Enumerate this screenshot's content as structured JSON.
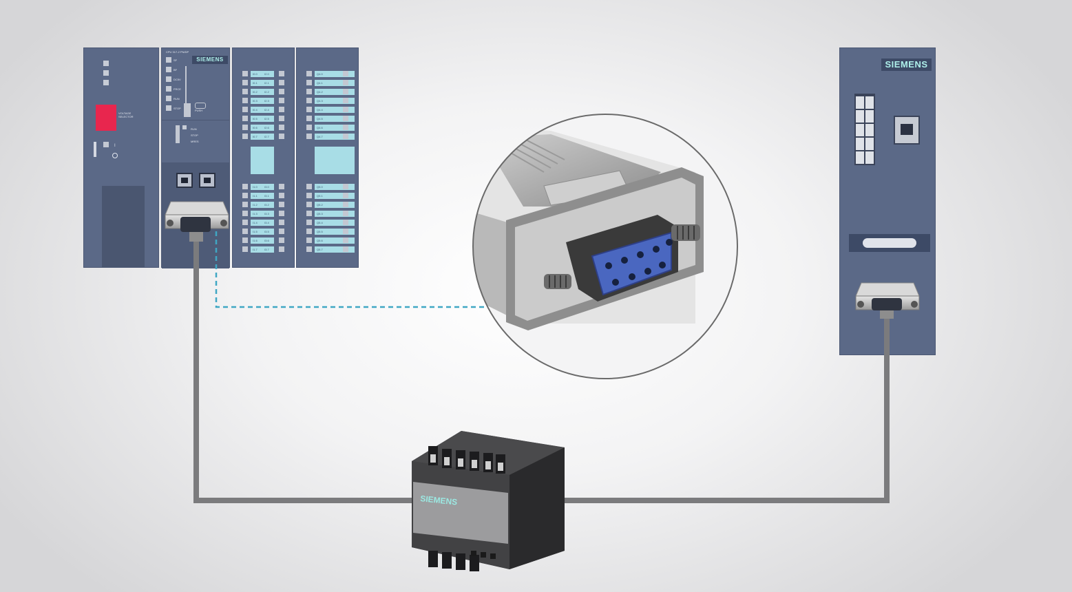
{
  "diagram": {
    "cpu_module": {
      "model": "CPU 317-2 PN/DP",
      "brand": "SIEMENS",
      "leds": [
        "SF",
        "BF",
        "DC5V",
        "FRCE",
        "RUN",
        "STOP"
      ],
      "push_label": "PUSH",
      "mode_labels": [
        "RUN",
        "STOP",
        "MRES"
      ]
    },
    "power_supply": {
      "voltage_selector_label": "VOLTAGE SELECTOR",
      "on_symbol": "I"
    },
    "input_module": {
      "labels": [
        "I0.0",
        "I0.1",
        "I0.2",
        "I0.3",
        "I0.4",
        "I0.5",
        "I0.6",
        "I0.7",
        "I1.0",
        "I1.1",
        "I1.2",
        "I1.3",
        "I1.4",
        "I1.5",
        "I1.6",
        "I1.7"
      ],
      "labels_right": [
        "I2.0",
        "I2.1",
        "I2.2",
        "I2.3",
        "I2.4",
        "I2.5",
        "I2.6",
        "I2.7",
        "I3.0",
        "I3.1",
        "I3.2",
        "I3.3",
        "I3.4",
        "I3.5",
        "I3.6",
        "I3.7"
      ]
    },
    "output_module": {
      "labels": [
        "Q4.0",
        "Q4.1",
        "Q4.2",
        "Q4.3",
        "Q4.4",
        "Q4.5",
        "Q4.6",
        "Q4.7",
        "Q5.0",
        "Q5.1",
        "Q5.2",
        "Q5.3",
        "Q5.4",
        "Q5.5",
        "Q5.6",
        "Q5.7"
      ]
    },
    "remote_module": {
      "brand": "SIEMENS"
    },
    "repeater": {
      "brand": "SIEMENS"
    },
    "colors": {
      "module": "#5b6987",
      "cable": "#7b7b7d",
      "dashed_leader": "#3fa7c4",
      "db9_face": "#4a67c0",
      "voltage_selector": "#e8264e",
      "io_label": "#a8dde6"
    },
    "icons": [
      "db9-connector-zoom-icon",
      "rj45-port-icon",
      "db25-port-icon",
      "siemens-logo"
    ]
  }
}
